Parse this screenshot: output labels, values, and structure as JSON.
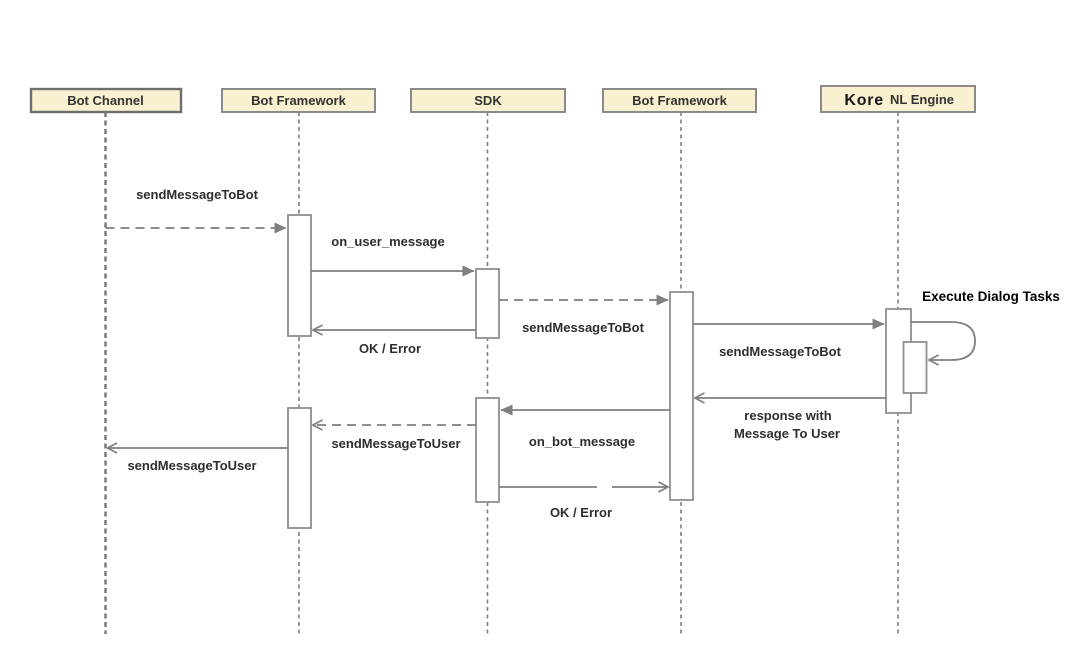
{
  "diagram": {
    "type": "sequence",
    "description": "Bot message flow sequence diagram"
  },
  "actors": [
    {
      "id": "bot-channel",
      "label": "Bot Channel"
    },
    {
      "id": "bot-framework-1",
      "label": "Bot Framework"
    },
    {
      "id": "sdk",
      "label": "SDK"
    },
    {
      "id": "bot-framework-2",
      "label": "Bot Framework"
    },
    {
      "id": "kore-nl-engine",
      "brand": "Kore",
      "label": "NL Engine"
    }
  ],
  "flows": [
    {
      "label": "sendMessageToBot",
      "from": "Bot Channel",
      "to": "Bot Framework (1)",
      "line": "dashed",
      "arrowhead": "filled"
    },
    {
      "label": "on_user_message",
      "from": "Bot Framework (1)",
      "to": "SDK",
      "line": "solid",
      "arrowhead": "filled"
    },
    {
      "label": "OK / Error",
      "from": "SDK",
      "to": "Bot Framework (1)",
      "line": "solid",
      "arrowhead": "open"
    },
    {
      "label": "sendMessageToBot",
      "from": "SDK",
      "to": "Bot Framework (2)",
      "line": "dashed",
      "arrowhead": "filled"
    },
    {
      "label": "sendMessageToBot",
      "from": "Bot Framework (2)",
      "to": "Kore NL Engine",
      "line": "solid",
      "arrowhead": "filled"
    },
    {
      "label": "Execute Dialog Tasks",
      "from": "Kore NL Engine",
      "to": "Kore NL Engine",
      "line": "solid",
      "arrowhead": "open",
      "kind": "self-loop"
    },
    {
      "label": "response with Message To User",
      "label_line1": "response with",
      "label_line2": "Message To User",
      "from": "Kore NL Engine",
      "to": "Bot Framework (2)",
      "line": "solid",
      "arrowhead": "open"
    },
    {
      "label": "on_bot_message",
      "from": "Bot Framework (2)",
      "to": "SDK",
      "line": "solid",
      "arrowhead": "filled"
    },
    {
      "label": "sendMessageToUser",
      "from": "SDK",
      "to": "Bot Framework (1)",
      "line": "dashed",
      "arrowhead": "open"
    },
    {
      "label": "sendMessageToUser",
      "from": "Bot Framework (1)",
      "to": "Bot Channel",
      "line": "solid",
      "arrowhead": "open"
    },
    {
      "label": "OK / Error",
      "from": "SDK",
      "to": "Bot Framework (2)",
      "line": "solid",
      "arrowhead": "open"
    }
  ],
  "colors": {
    "actor_fill": "#F9F1CF",
    "actor_border": "#8A8A8A",
    "line": "#7F7F7F",
    "label": "#2E2E2E",
    "annotation": "#000000",
    "activation_fill": "#FFFFFF",
    "background": "#FFFFFF"
  }
}
